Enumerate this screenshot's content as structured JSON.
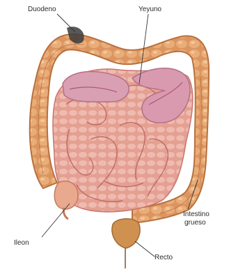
{
  "labels": {
    "duodeno": "Duodeno",
    "yeyuno": "Yeyuno",
    "intestino_grueso_line1": "Intestino",
    "intestino_grueso_line2": "grueso",
    "ileon": "Ileon",
    "recto": "Recto"
  },
  "colors": {
    "large_intestine": "#d9925a",
    "large_intestine_dark": "#b8703c",
    "small_intestine": "#e7a79c",
    "small_intestine_dark": "#c9736c",
    "jejunum": "#d79cb0",
    "rectum": "#c98a4e",
    "leader_line": "#333333"
  }
}
